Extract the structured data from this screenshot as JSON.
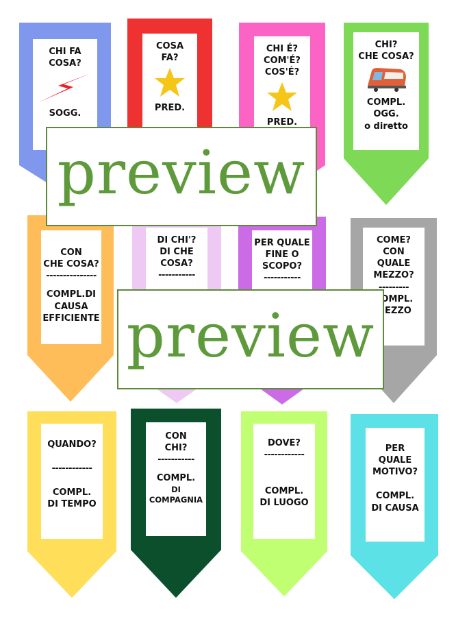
{
  "banners": [
    {
      "color": "#7f98ee",
      "lines": [
        "CHI FA",
        "COSA?"
      ],
      "icon": "lightning-icon",
      "lines2": [
        "SOGG."
      ]
    },
    {
      "color": "#ee3131",
      "lines": [
        "COSA",
        "FA?"
      ],
      "icon": "star-icon",
      "lines2": [
        "PRED."
      ]
    },
    {
      "color": "#fb63c4",
      "lines": [
        "CHI É?",
        "COM'É?",
        "COS'É?"
      ],
      "icon": "star-icon",
      "lines2": [
        "PRED."
      ]
    },
    {
      "color": "#7ed957",
      "lines": [
        "CHI?",
        "CHE COSA?"
      ],
      "icon": "train-icon",
      "lines2": [
        "COMPL.",
        "OGG.",
        "o diretto"
      ]
    },
    {
      "color": "#ffbd59",
      "lines": [
        "CON",
        "CHE COSA?",
        "---------------",
        "COMPL.DI",
        "CAUSA",
        "EFFICIENTE"
      ]
    },
    {
      "color": "#edc9f3",
      "lines": [
        "DI CHI'?",
        "DI CHE",
        "COSA?",
        "-----------"
      ]
    },
    {
      "color": "#cb6ce6",
      "lines": [
        "PER QUALE",
        "FINE O",
        "SCOPO?",
        "-----------"
      ]
    },
    {
      "color": "#a6a6a6",
      "lines": [
        "COME?",
        "CON",
        "QUALE",
        "MEZZO?",
        "---------",
        "COMPL.",
        "MEZZO"
      ]
    },
    {
      "color": "#ffde59",
      "lines": [
        "QUANDO?",
        "------------",
        "COMPL.",
        "DI TEMPO"
      ]
    },
    {
      "color": "#0b4f2c",
      "lines": [
        "CON",
        "CHI?",
        "-----------",
        "COMPL.",
        "DI",
        "COMPAGNIA"
      ]
    },
    {
      "color": "#c1ff72",
      "lines": [
        "DOVE?",
        "------------",
        "COMPL.",
        "DI LUOGO"
      ]
    },
    {
      "color": "#5ce1e6",
      "lines": [
        "PER",
        "QUALE",
        "MOTIVO?",
        "COMPL.",
        "DI CAUSA"
      ]
    }
  ],
  "watermarks": [
    "preview",
    "preview"
  ],
  "colors": {
    "star": "#f5c518",
    "lightning": "#e8202a",
    "watermark_text": "#5e9a3b",
    "watermark_border": "#5c8a38"
  }
}
